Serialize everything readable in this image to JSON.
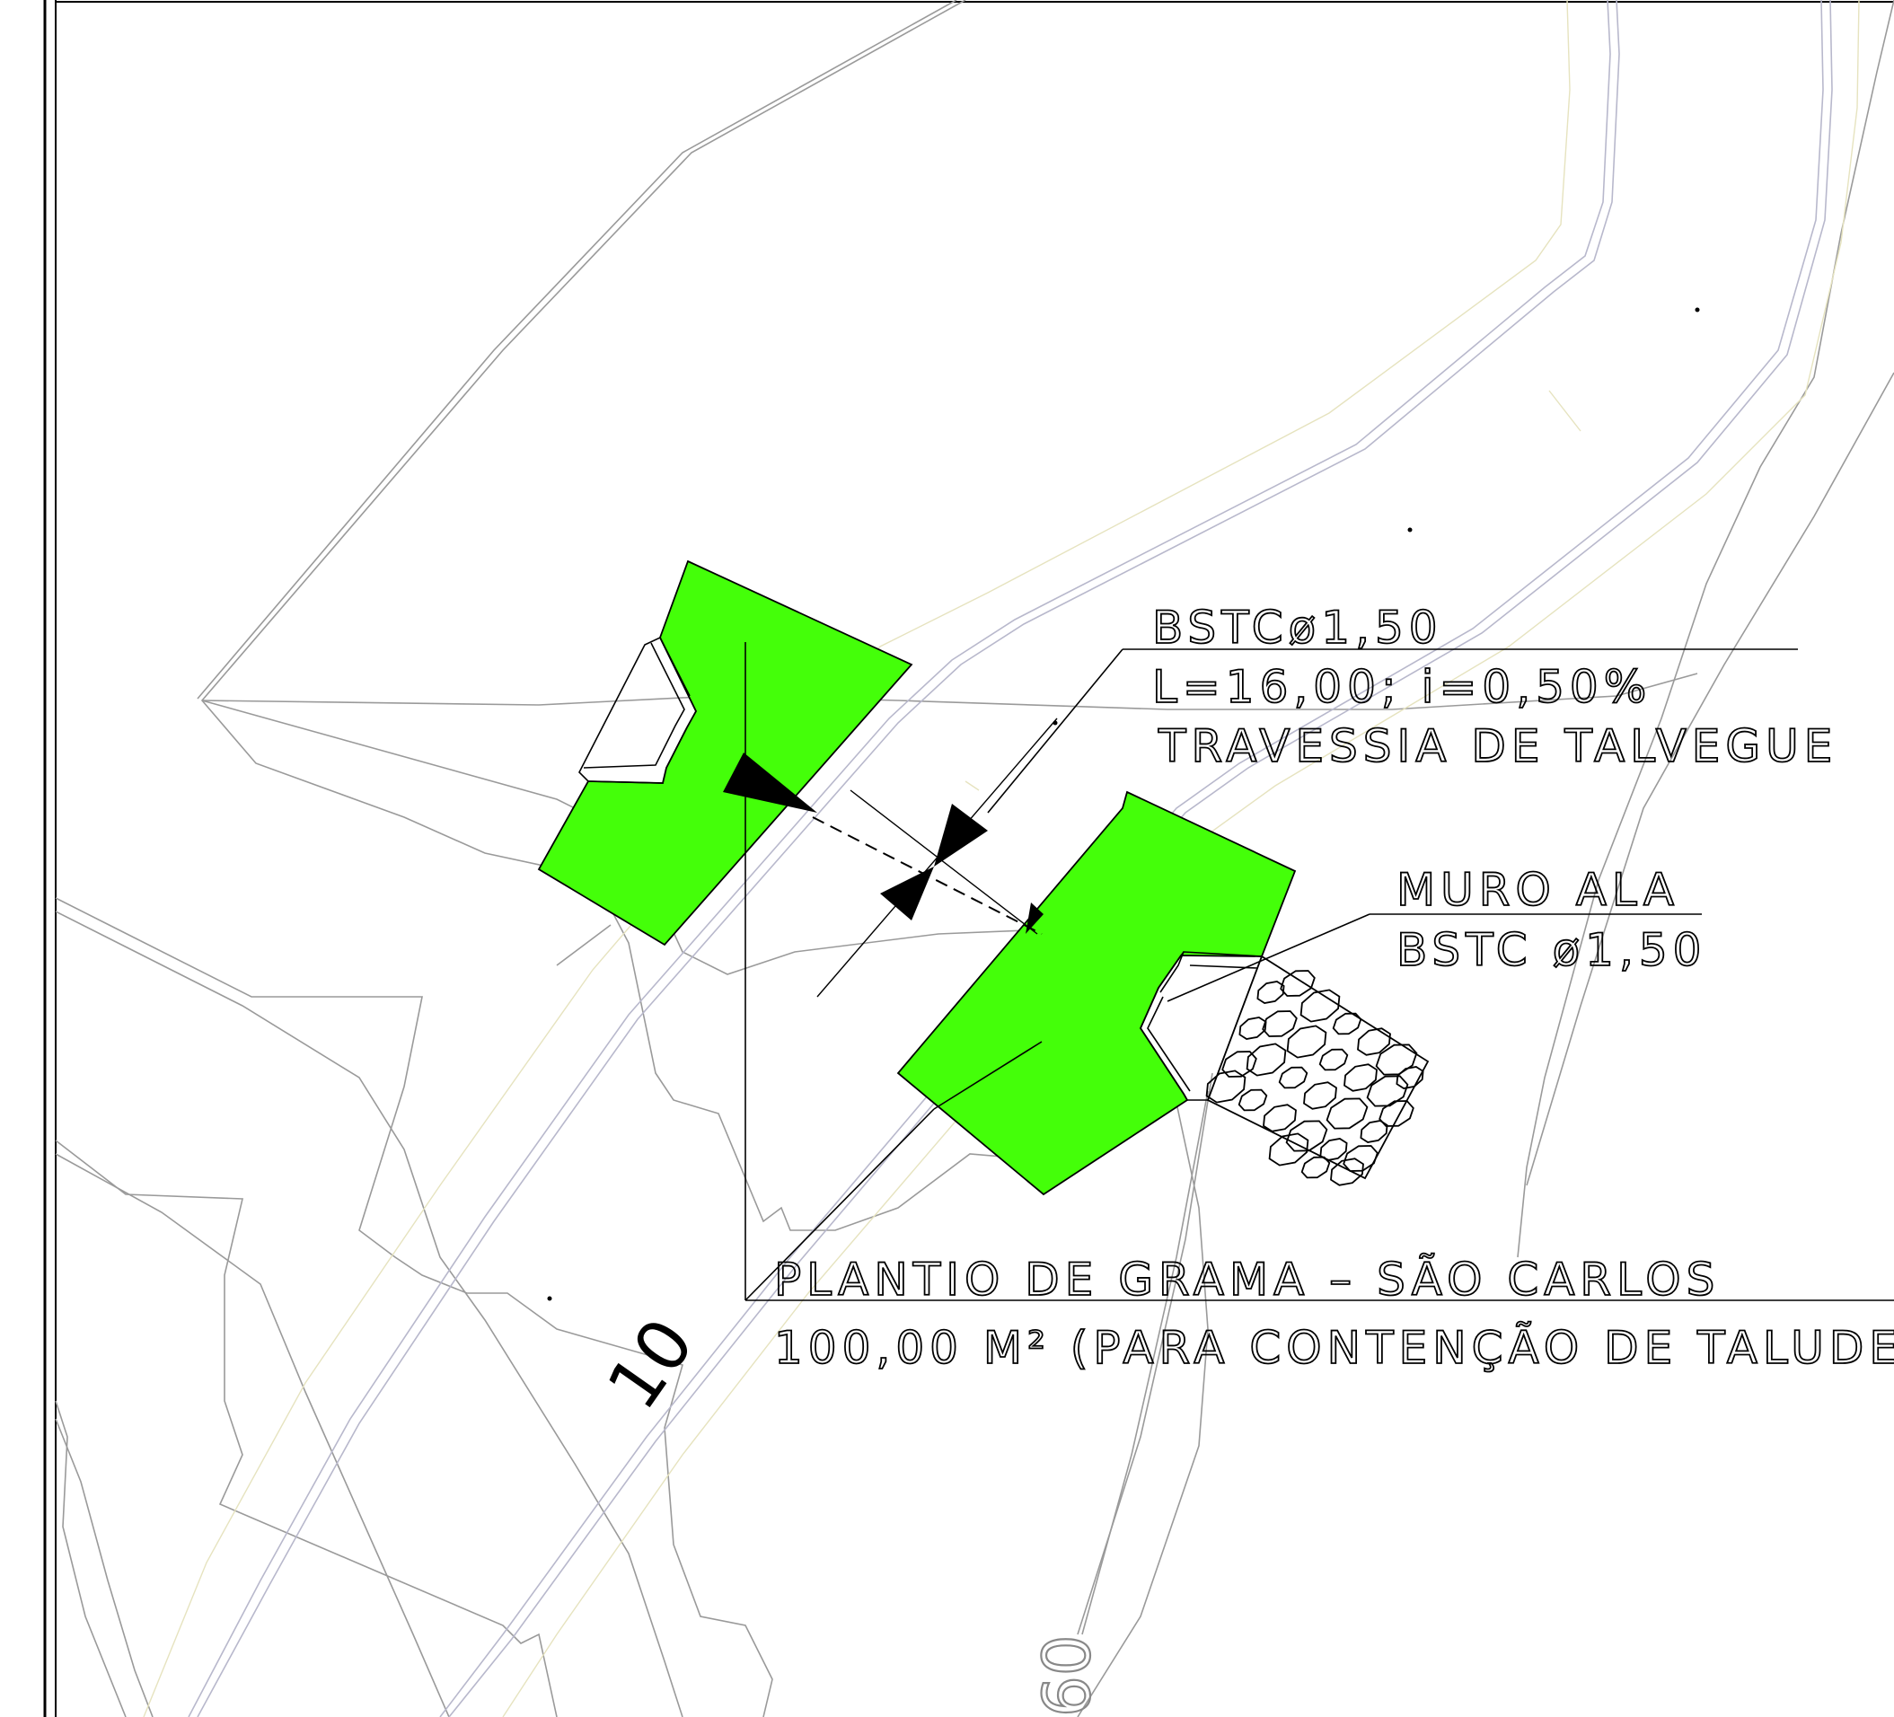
{
  "labels": {
    "pipe_name": "BSTCø1,50",
    "pipe_length_slope": "L=16,00; i=0,50%",
    "pipe_function": "TRAVESSIA DE TALVEGUE",
    "wingwall_title": "MURO ALA",
    "wingwall_spec": "BSTC ø1,50",
    "grass_title": "PLANTIO DE GRAMA – SÃO CARLOS",
    "grass_area": "100,00 M² (PARA CONTENÇÃO DE TALUDE",
    "station_10": "10",
    "station_60": "60"
  },
  "colors": {
    "grass": "#44ff09",
    "linework": "#000000",
    "terrain": "#9a9a9a",
    "road": "#b8b8cc",
    "offset": "#e6e3bf"
  },
  "icons": {
    "culvert_flow_arrow": "flow-arrow-icon",
    "culvert_axis_marker": "axis-marker-icon",
    "riprap": "riprap-hatch"
  }
}
